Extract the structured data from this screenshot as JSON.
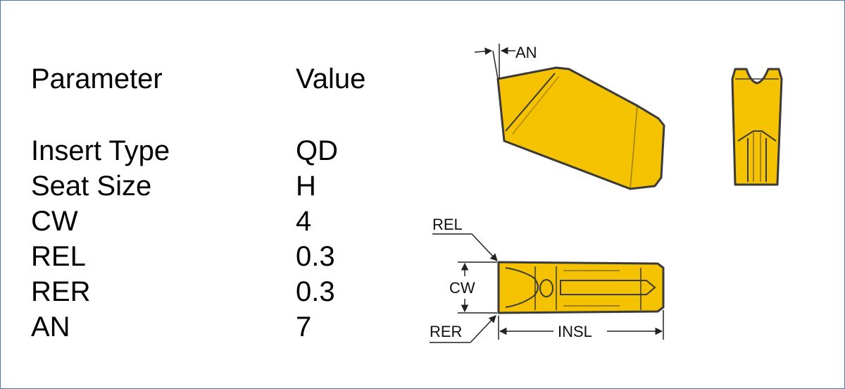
{
  "table": {
    "header": {
      "parameter": "Parameter",
      "value": "Value"
    },
    "rows": [
      {
        "parameter": "Insert Type",
        "value": "QD"
      },
      {
        "parameter": "Seat Size",
        "value": "H"
      },
      {
        "parameter": "CW",
        "value": "4"
      },
      {
        "parameter": "REL",
        "value": "0.3"
      },
      {
        "parameter": "RER",
        "value": "0.3"
      },
      {
        "parameter": "AN",
        "value": "7"
      }
    ]
  },
  "diagram": {
    "labels": {
      "an": "AN",
      "rel": "REL",
      "cw": "CW",
      "rer": "RER",
      "insl": "INSL"
    },
    "colors": {
      "insert_fill": "#f5c200",
      "outline": "#3a3a3a",
      "dimension": "#222222"
    }
  }
}
